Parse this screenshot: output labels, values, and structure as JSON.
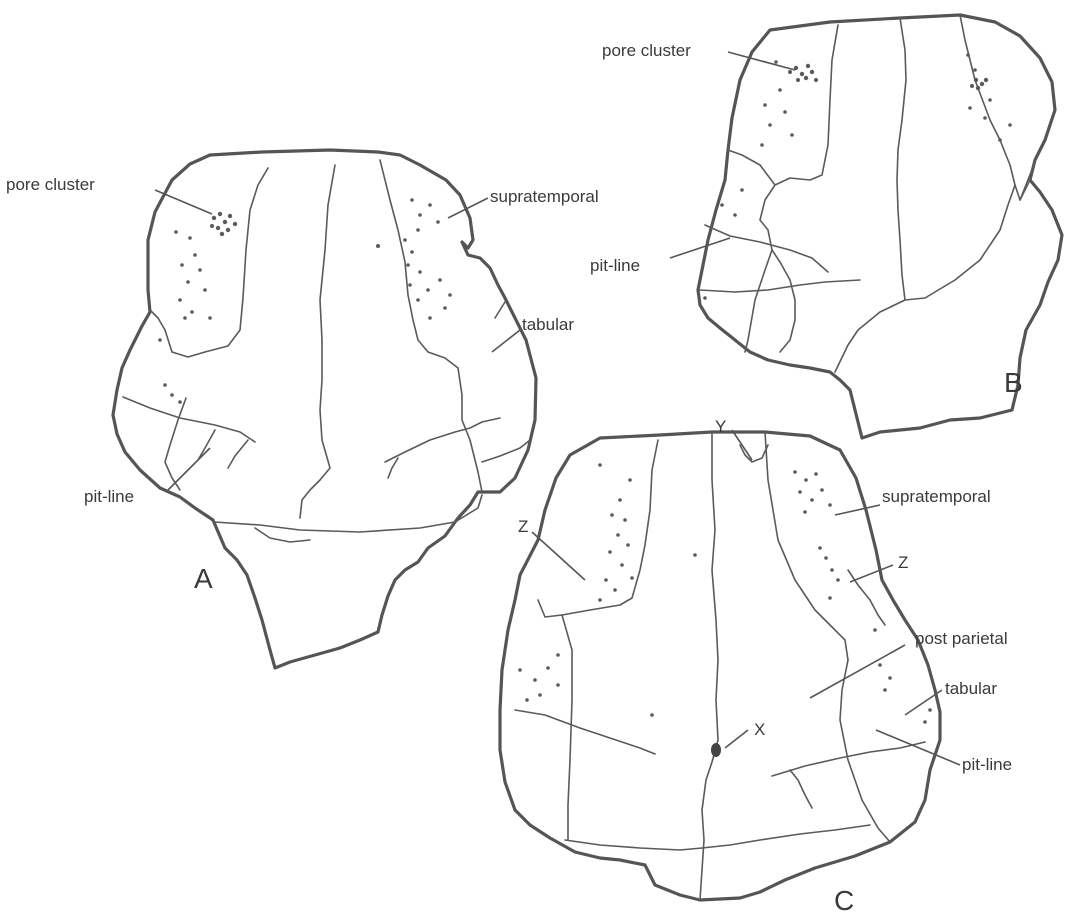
{
  "figure": {
    "panels": [
      {
        "id": "A",
        "letter": "A",
        "labels": {
          "pore_cluster": "pore cluster",
          "supratemporal": "supratemporal",
          "tabular": "tabular",
          "pit_line": "pit-line"
        }
      },
      {
        "id": "B",
        "letter": "B",
        "labels": {
          "pore_cluster": "pore cluster",
          "pit_line": "pit-line"
        }
      },
      {
        "id": "C",
        "letter": "C",
        "labels": {
          "y": "Y",
          "supratemporal": "supratemporal",
          "z_left": "Z",
          "z_right": "Z",
          "post_parietal": "post parietal",
          "tabular": "tabular",
          "x": "X",
          "pit_line": "pit-line"
        }
      }
    ]
  }
}
